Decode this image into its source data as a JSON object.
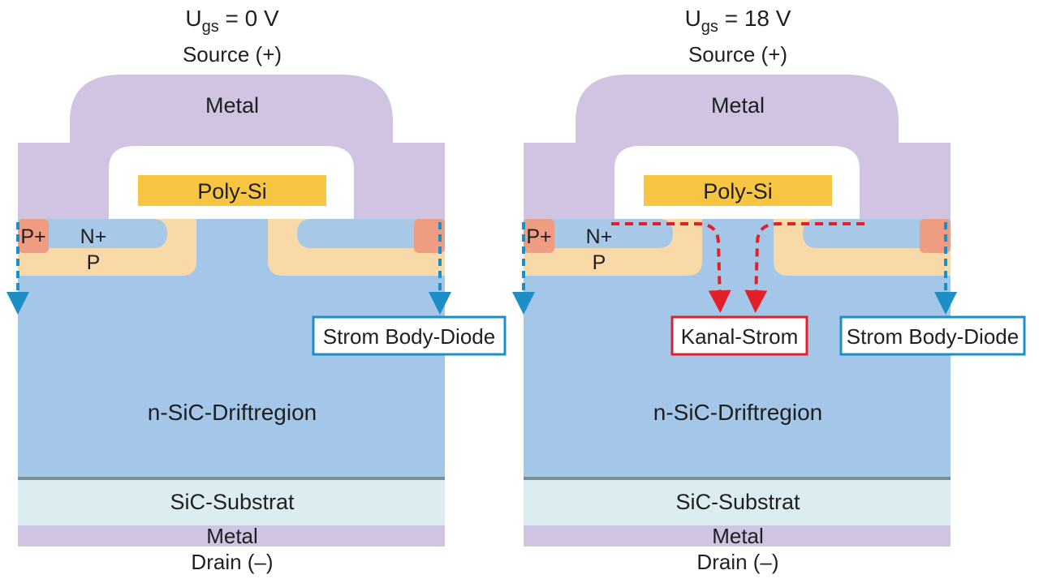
{
  "panels": [
    {
      "ugs_symbol": "U",
      "ugs_subscript": "gs",
      "ugs_value": " = 0 V",
      "source_label": "Source (+)",
      "metal_top": "Metal",
      "poly_si": "Poly-Si",
      "p_plus": "P+",
      "n_plus": "N+",
      "p_region": "P",
      "body_diode_label": "Strom Body-Diode",
      "drift_label": "n-SiC-Driftregion",
      "substrate_label": "SiC-Substrat",
      "metal_bottom": "Metal",
      "drain_label": "Drain (–)"
    },
    {
      "ugs_symbol": "U",
      "ugs_subscript": "gs",
      "ugs_value": " = 18 V",
      "source_label": "Source (+)",
      "metal_top": "Metal",
      "poly_si": "Poly-Si",
      "p_plus": "P+",
      "n_plus": "N+",
      "p_region": "P",
      "channel_label": "Kanal-Strom",
      "body_diode_label": "Strom Body-Diode",
      "drift_label": "n-SiC-Driftregion",
      "substrate_label": "SiC-Substrat",
      "metal_bottom": "Metal",
      "drain_label": "Drain (–)"
    }
  ],
  "colors": {
    "metal": "#d1c3e2",
    "poly_si": "#f8c543",
    "n_plus": "#a7c8e6",
    "p_region": "#f9d9a7",
    "p_plus": "#ee9d82",
    "drift": "#a4c6e8",
    "substrate": "#dcedf1",
    "body_diode_current": "#1c8fc7",
    "channel_current": "#e2202a"
  }
}
